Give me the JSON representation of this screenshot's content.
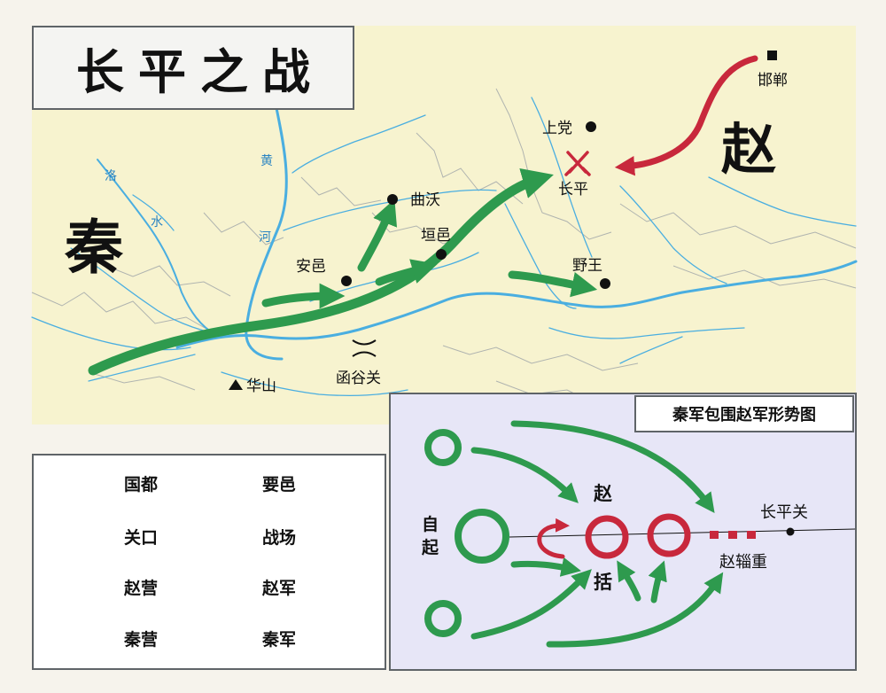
{
  "title": "长平之战",
  "regions": {
    "qin": "秦",
    "zhao": "赵"
  },
  "places": {
    "handan": "邯郸",
    "shangdang": "上党",
    "changping": "长平",
    "quwo": "曲沃",
    "anyi": "安邑",
    "yuanyi": "垣邑",
    "yewang": "野王",
    "huashan": "华山",
    "hanguguan": "函谷关"
  },
  "rivers": {
    "luo": [
      "洛",
      "水"
    ],
    "huang": [
      "黄",
      "河"
    ]
  },
  "legend": {
    "capital": "国都",
    "city": "要邑",
    "pass": "关口",
    "battlefield": "战场",
    "zhao_camp": "赵营",
    "zhao_army": "赵军",
    "qin_camp": "秦营",
    "qin_army": "秦军"
  },
  "inset": {
    "title": "秦军包围赵军形势图",
    "baiqi": [
      "自",
      "起"
    ],
    "zhaokuo": [
      "赵",
      "括"
    ],
    "changpingguan": "长平关",
    "zhao_supply": "赵辎重"
  },
  "colors": {
    "land": "#f7f3cf",
    "river": "#4aaee0",
    "qin_green": "#2e9a4e",
    "zhao_red": "#c8283c",
    "inset_bg": "#e7e6f7"
  }
}
